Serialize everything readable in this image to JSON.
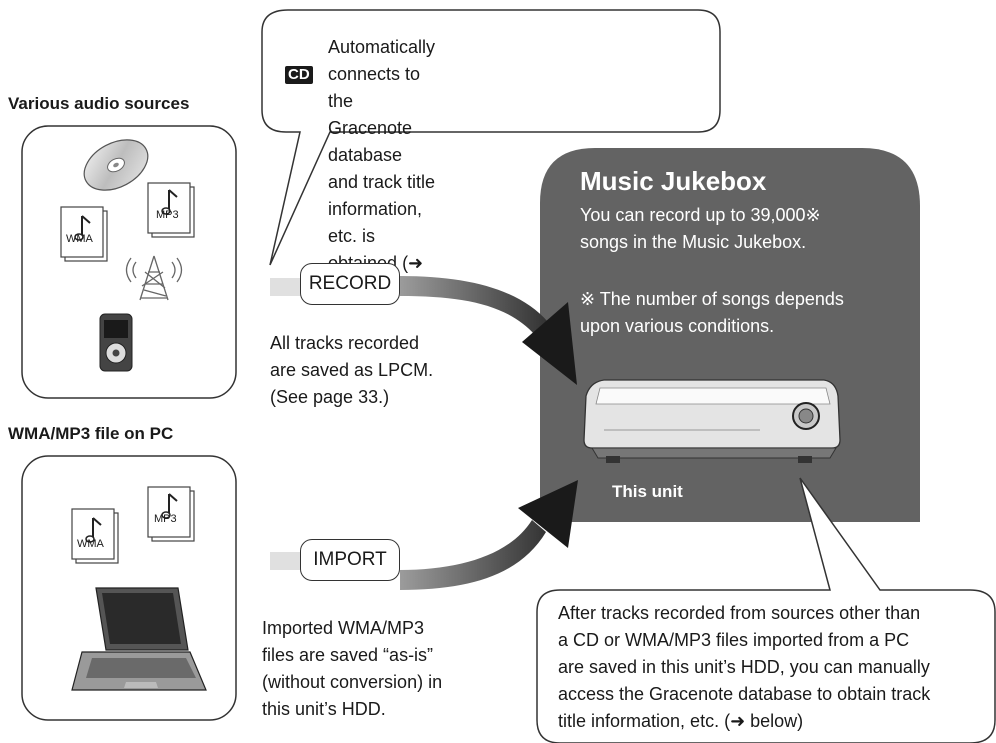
{
  "top_callout": {
    "badge": "CD",
    "text": "Automatically connects to the\nGracenote database and track title\ninformation, etc. is obtained (➜ below)."
  },
  "sources": {
    "audio_heading": "Various audio sources",
    "pc_heading": "WMA/MP3 file on PC",
    "wma_label": "WMA",
    "mp3_label": "MP3"
  },
  "record": {
    "label": "RECORD",
    "note": "All tracks recorded\nare saved as LPCM.\n(See page 33.)"
  },
  "import": {
    "label": "IMPORT",
    "note": "Imported WMA/MP3\nfiles are saved “as-is”\n(without conversion) in\nthis unit’s HDD."
  },
  "jukebox": {
    "title": "Music Jukebox",
    "desc": "You can record up to 39,000※\nsongs in the Music Jukebox.",
    "footnote": "※ The number of songs depends\n    upon various conditions.",
    "unit_label": "This unit"
  },
  "bottom_callout": {
    "text": "After tracks recorded from sources other than\na CD or WMA/MP3 files imported from a PC\nare saved in this unit’s HDD, you can manually\naccess the Gracenote database to obtain track\ntitle information, etc. (➜ below)"
  },
  "colors": {
    "panel": "#636363",
    "arrow_dark": "#1a1a1a",
    "arrow_light": "#d8d8d8"
  }
}
